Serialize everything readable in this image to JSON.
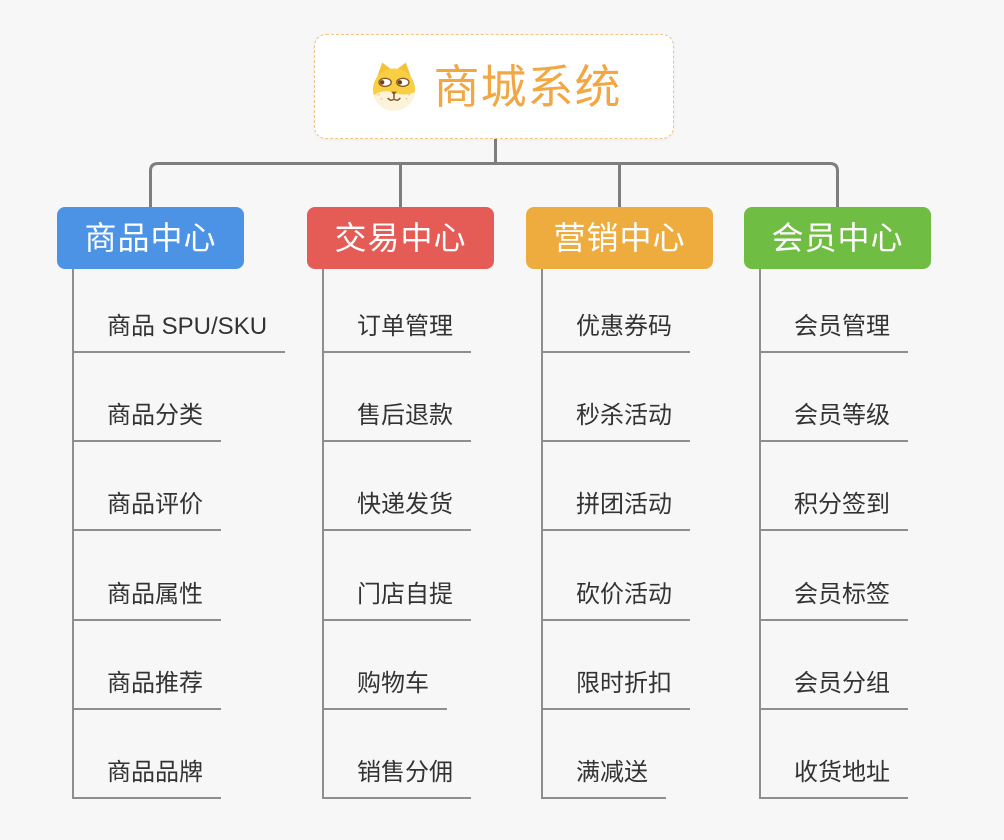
{
  "background_color": "#F7F7F7",
  "connector_color": "#7E7E7E",
  "root": {
    "title": "商城系统",
    "icon": "dog-face-icon",
    "title_color": "#F2A743",
    "border_color": "#F0C382"
  },
  "branches": [
    {
      "id": "product-center",
      "label": "商品中心",
      "color": "#4C93E6",
      "items": [
        "商品 SPU/SKU",
        "商品分类",
        "商品评价",
        "商品属性",
        "商品推荐",
        "商品品牌"
      ]
    },
    {
      "id": "trade-center",
      "label": "交易中心",
      "color": "#E55B55",
      "items": [
        "订单管理",
        "售后退款",
        "快递发货",
        "门店自提",
        "购物车",
        "销售分佣"
      ]
    },
    {
      "id": "marketing-center",
      "label": "营销中心",
      "color": "#EEAC3F",
      "items": [
        "优惠券码",
        "秒杀活动",
        "拼团活动",
        "砍价活动",
        "限时折扣",
        "满减送"
      ]
    },
    {
      "id": "member-center",
      "label": "会员中心",
      "color": "#70BD44",
      "items": [
        "会员管理",
        "会员等级",
        "积分签到",
        "会员标签",
        "会员分组",
        "收货地址"
      ]
    }
  ]
}
